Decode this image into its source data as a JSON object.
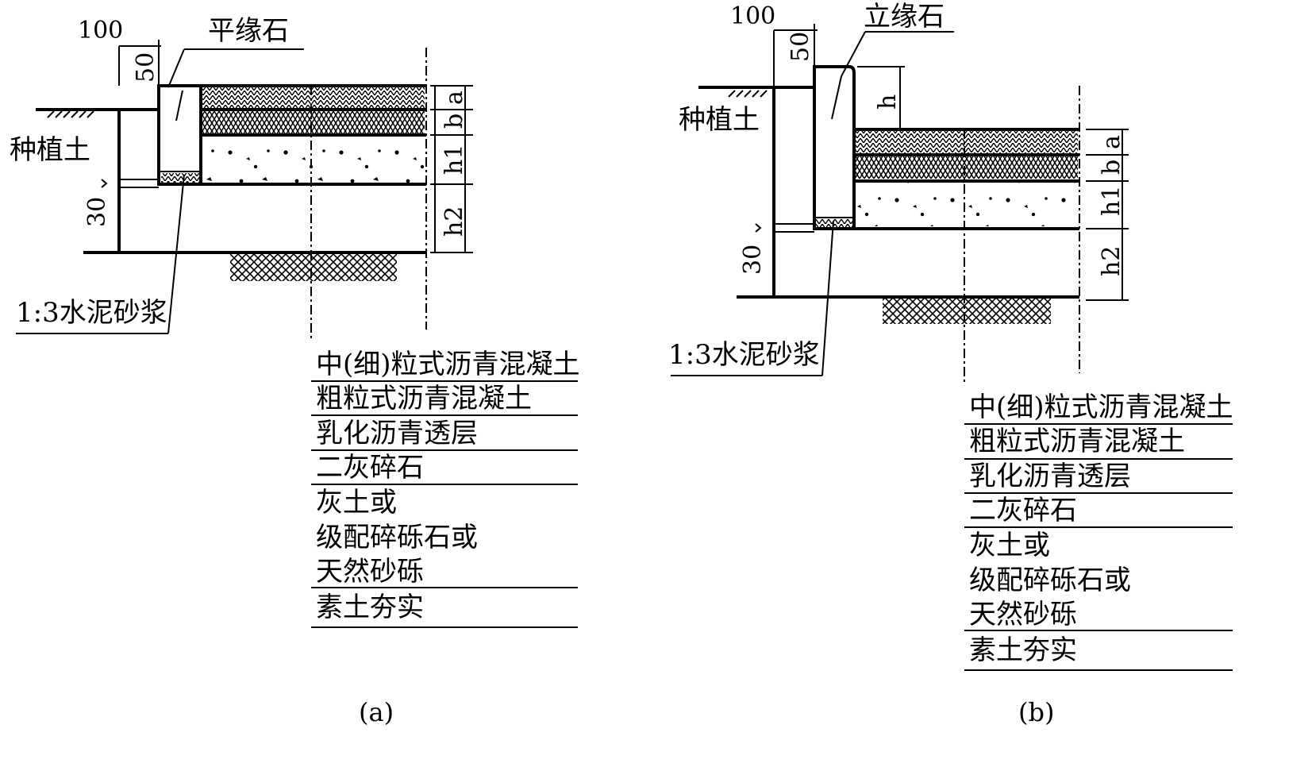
{
  "panel_a": {
    "caption": "(a)",
    "curb_label": "平缘石",
    "soil_label": "种植土",
    "mortar_label": "1:3水泥砂浆",
    "dim_100": "100",
    "dim_50": "50",
    "dim_30": "30",
    "layer_dims": [
      "a",
      "b",
      "h1",
      "h2"
    ],
    "legend": [
      [
        "中(细)粒式沥青混凝土"
      ],
      [
        "粗粒式沥青混凝土"
      ],
      [
        "乳化沥青透层"
      ],
      [
        "二灰碎石"
      ],
      [
        "灰土或",
        "级配碎砾石或",
        "天然砂砾"
      ],
      [
        "素土夯实"
      ]
    ]
  },
  "panel_b": {
    "caption": "(b)",
    "curb_label": "立缘石",
    "soil_label": "种植土",
    "mortar_label": "1:3水泥砂浆",
    "dim_100": "100",
    "dim_50": "50",
    "dim_30": "30",
    "dim_h": "h",
    "layer_dims": [
      "a",
      "b",
      "h1",
      "h2"
    ],
    "legend": [
      [
        "中(细)粒式沥青混凝土"
      ],
      [
        "粗粒式沥青混凝土"
      ],
      [
        "乳化沥青透层"
      ],
      [
        "二灰碎石"
      ],
      [
        "灰土或",
        "级配碎砾石或",
        "天然砂砾"
      ],
      [
        "素土夯实"
      ]
    ]
  }
}
